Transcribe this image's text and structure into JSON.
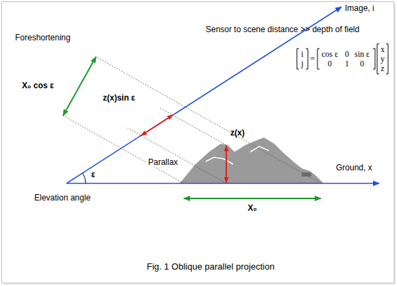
{
  "diagram": {
    "caption": "Fig. 1 Oblique parallel projection",
    "labels": [
      "Image, i",
      "Foreshortening",
      "X₀ cos ε",
      "z(x)sin ε",
      "Parallax",
      "z(x)",
      "Sensor to scene distance >> depth of field",
      "i",
      "j",
      "=",
      "cos ε",
      "0",
      "sin ε",
      "0",
      "1",
      "0",
      "x",
      "y",
      "z",
      "ε",
      "Ground, x",
      "Elevation angle",
      "X₀"
    ]
  }
}
